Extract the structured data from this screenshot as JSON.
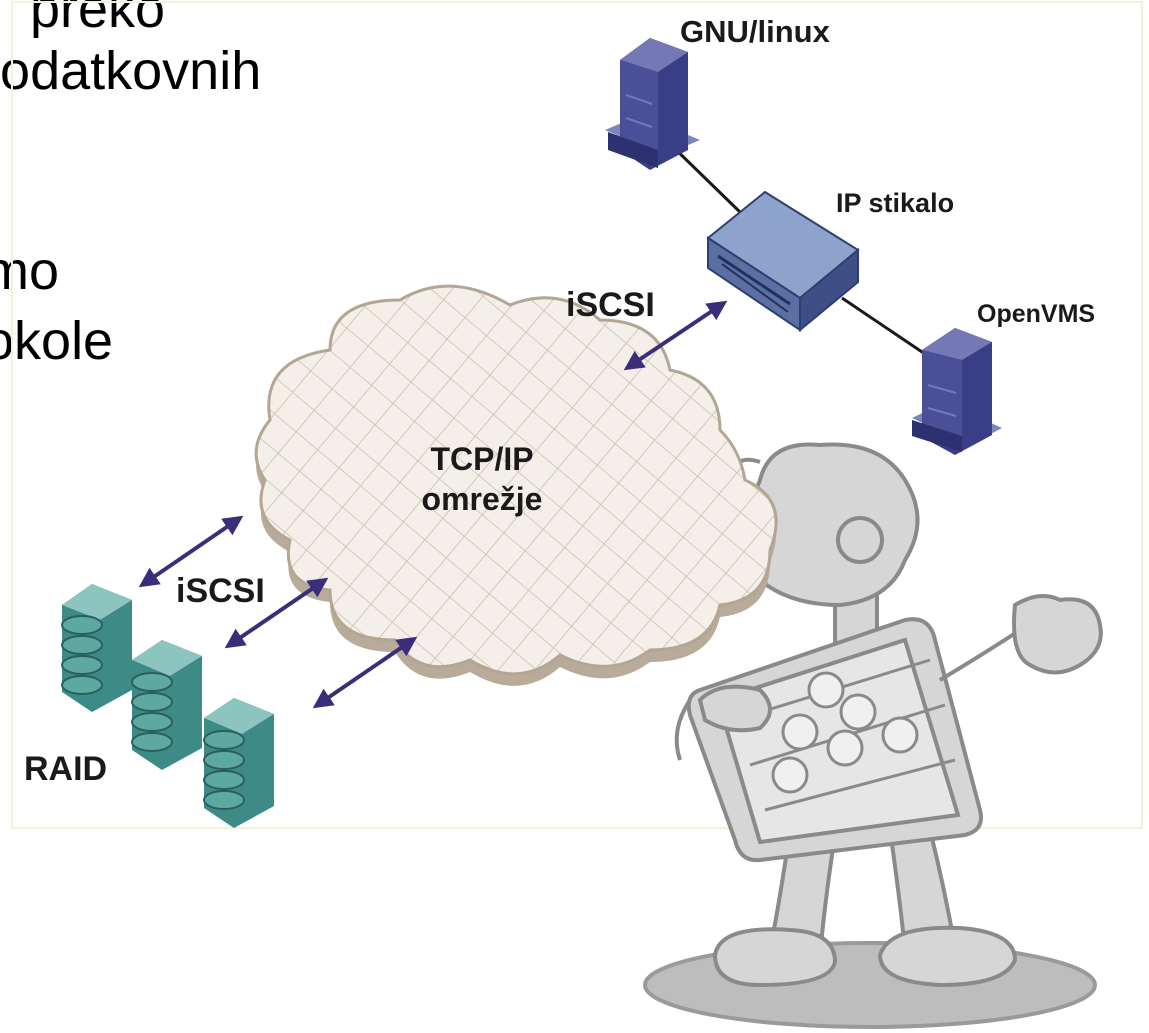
{
  "slide_text": {
    "line1": "preko",
    "line2": "podatkovnih",
    "line3": "mo",
    "line4": "okole"
  },
  "diagram": {
    "labels": {
      "gnu_linux": "GNU/linux",
      "ip_switch": "IP stikalo",
      "openvms": "OpenVMS",
      "iscsi_top": "iSCSI",
      "iscsi_left": "iSCSI",
      "network_line1": "TCP/IP",
      "network_line2": "omrežje",
      "raid": "RAID"
    },
    "colors": {
      "server": "#3a3e86",
      "server_light": "#6f73b0",
      "switch": "#7f95c0",
      "switch_dark": "#2f3f70",
      "cloud_fill": "#f2ede6",
      "cloud_edge": "#b8ab99",
      "arrow": "#3a2e7a",
      "raid": "#3e8a86",
      "raid_light": "#7cb8b3",
      "mascot": "#d2d2d2",
      "mascot_outline": "#8a8a8a"
    }
  }
}
